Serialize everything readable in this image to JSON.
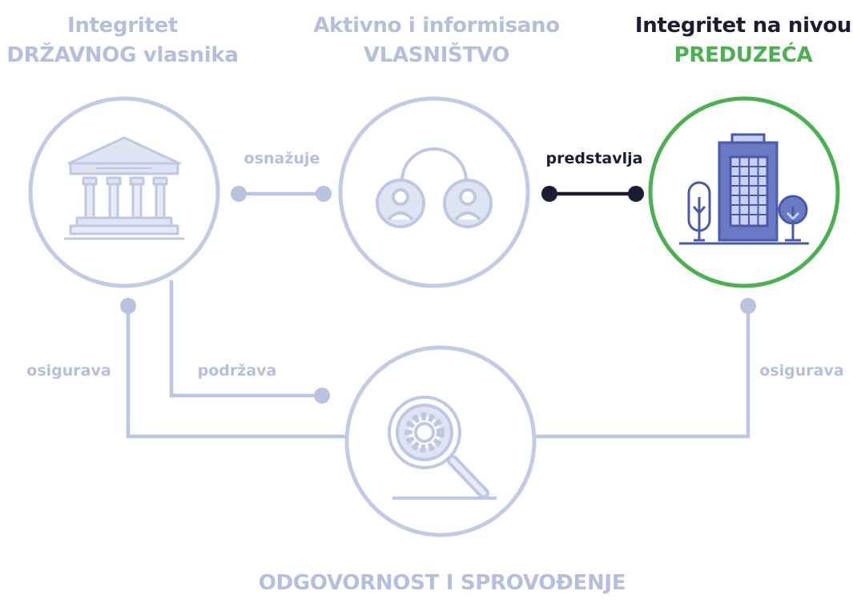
{
  "titles": {
    "state_line1": "Integritet",
    "state_line2": "DRŽAVNOG vlasnika",
    "ownership_line1": "Aktivno i informisano",
    "ownership_line2": "VLASNIŠTVO",
    "company_line1": "Integritet na nivou",
    "company_line2": "PREDUZEĆA",
    "accountability": "ODGOVORNOST I SPROVOĐENJE"
  },
  "connectors": {
    "empowers": "osnažuje",
    "represents": "predstavlja",
    "supports": "podržava",
    "ensures_left": "osigurava",
    "ensures_right": "osigurava"
  },
  "icons": {
    "state": "government-building-icon",
    "ownership": "people-connected-icon",
    "company": "office-building-icon",
    "accountability": "magnifier-gear-icon"
  },
  "colors": {
    "muted": "#b5bfdb",
    "dark": "#1b1d33",
    "highlight": "#4caf50",
    "icon_blue": "#6a79c4",
    "icon_light": "#c9d1f2"
  }
}
